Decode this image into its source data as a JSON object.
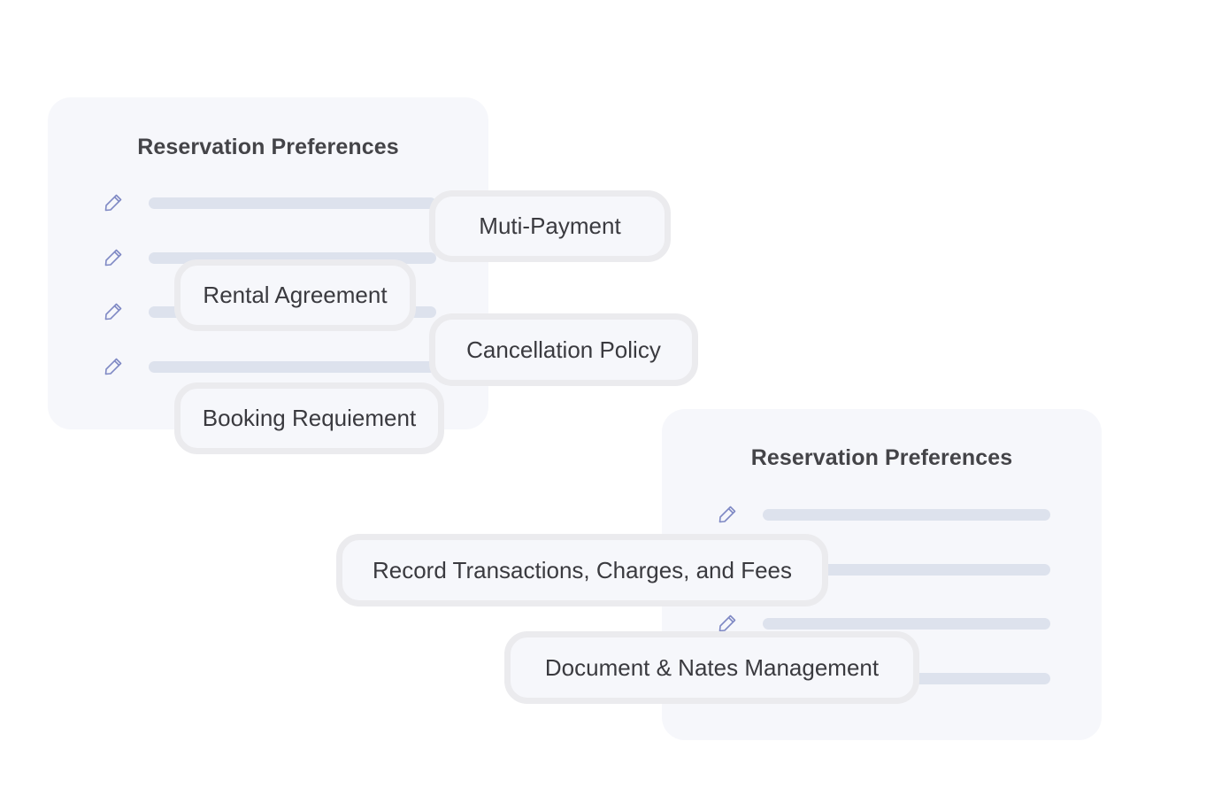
{
  "card_top": {
    "title": "Reservation Preferences",
    "rows": [
      {
        "icon": "pencil-icon"
      },
      {
        "icon": "pencil-icon"
      },
      {
        "icon": "pencil-icon"
      },
      {
        "icon": "pencil-icon"
      }
    ]
  },
  "card_bottom": {
    "title": "Reservation Preferences",
    "rows": [
      {
        "icon": "pencil-icon"
      },
      {
        "icon": "pencil-icon"
      },
      {
        "icon": "pencil-icon"
      },
      {
        "icon": "pencil-icon"
      }
    ]
  },
  "chips": {
    "muti_payment": "Muti-Payment",
    "rental_agreement": "Rental Agreement",
    "cancellation_policy": "Cancellation Policy",
    "booking_requirement": "Booking Requiement",
    "record_transactions": "Record Transactions, Charges, and Fees",
    "document_management": "Document & Nates Management"
  },
  "colors": {
    "card_background": "#f6f7fb",
    "placeholder_bar": "#dde2ed",
    "chip_border": "#ebebee",
    "pencil_icon": "#7f89c4",
    "title_text": "#444448"
  }
}
